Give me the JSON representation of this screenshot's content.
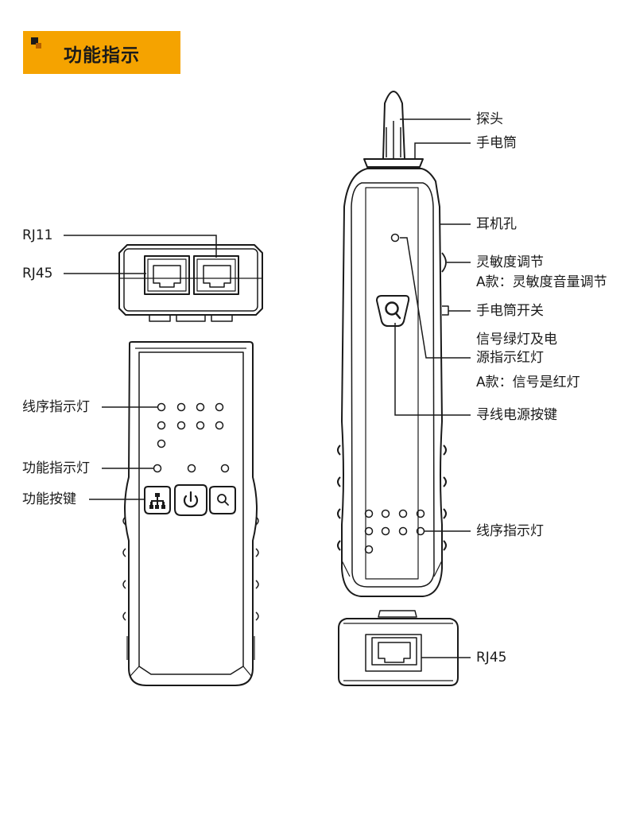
{
  "header": {
    "title": "功能指示"
  },
  "labels": {
    "probe": "探头",
    "flashlight": "手电筒",
    "earphone_jack": "耳机孔",
    "sensitivity": "灵敏度调节",
    "sensitivity_a": "A款：灵敏度音量调节",
    "flashlight_switch": "手电筒开关",
    "signal_light_1": "信号绿灯及电",
    "signal_light_2": "源指示红灯",
    "signal_light_a": "A款：信号是红灯",
    "trace_button": "寻线电源按键",
    "wire_seq_right": "线序指示灯",
    "rj45_right": "RJ45",
    "rj11": "RJ11",
    "rj45_left": "RJ45",
    "wire_seq_left": "线序指示灯",
    "func_lights": "功能指示灯",
    "func_buttons": "功能按键"
  },
  "colors": {
    "accent": "#f5a300",
    "line": "#1a1a1a"
  },
  "icons": [
    "network-icon",
    "power-icon",
    "search-icon"
  ]
}
